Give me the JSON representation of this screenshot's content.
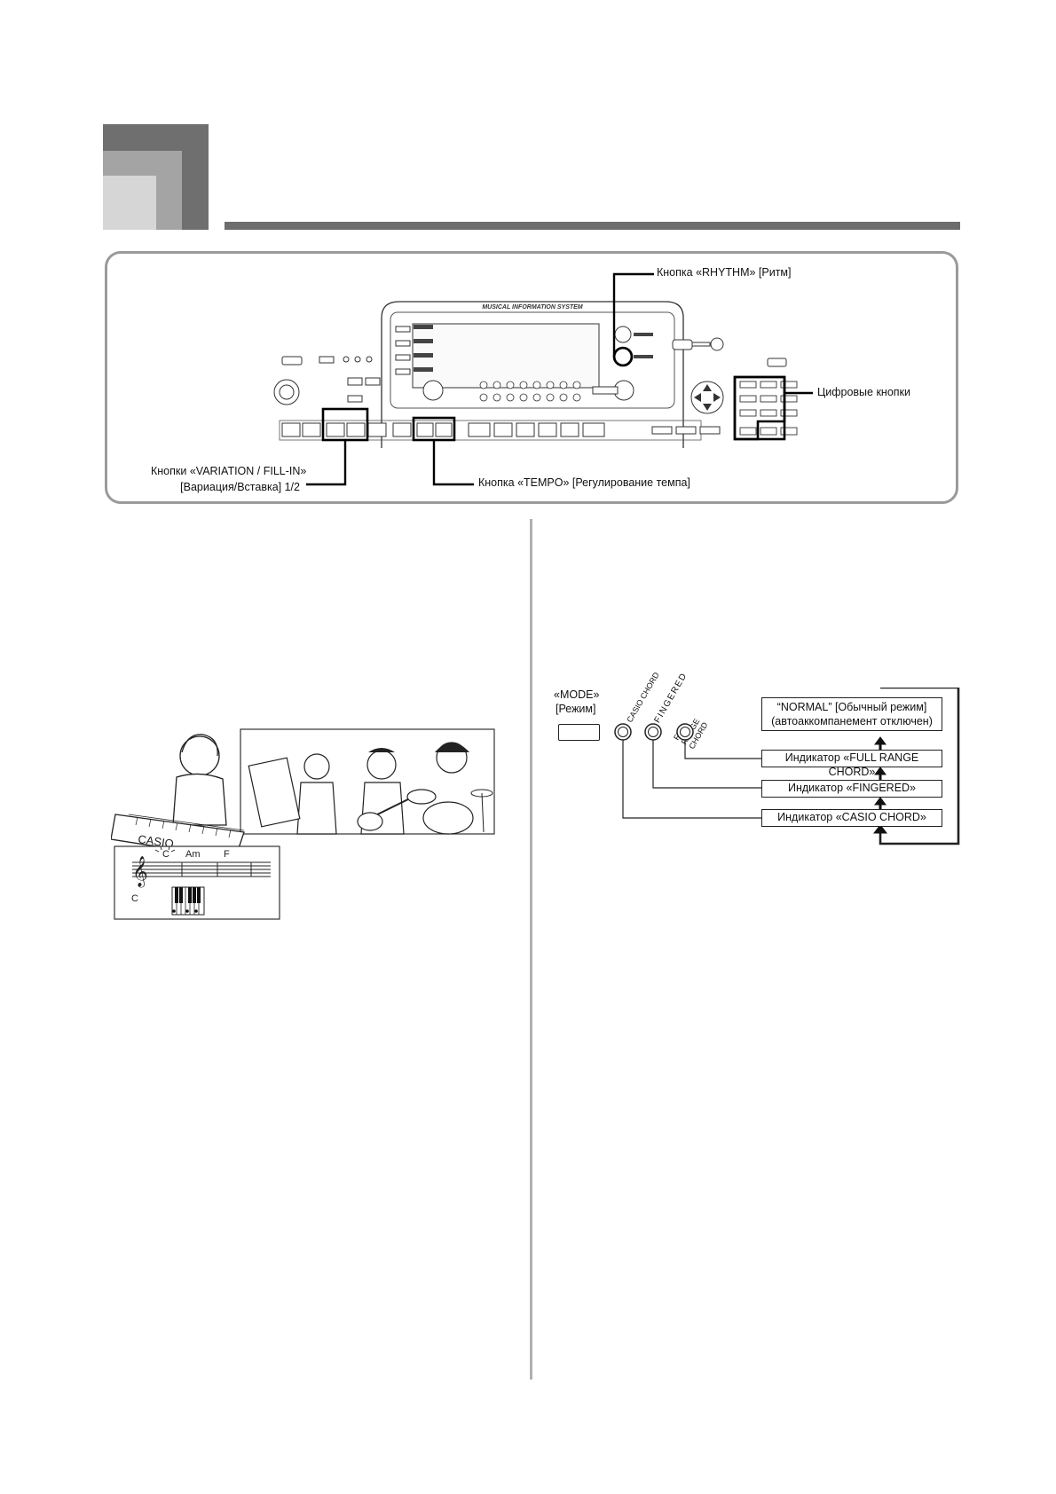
{
  "panel": {
    "brand_strip": "MUSICAL INFORMATION SYSTEM",
    "callouts": {
      "rhythm_button": "Кнопка «RHYTHM» [Ритм]",
      "number_buttons": "Цифровые кнопки",
      "variation_line1": "Кнопки «VARIATION / FILL-IN»",
      "variation_line2": "[Вариация/Вставка] 1/2",
      "tempo_button": "Кнопка «TEMPO» [Регулирование темпа]"
    }
  },
  "illustration": {
    "keyboard_brand": "CASIO",
    "chords": [
      "C",
      "Am",
      "F"
    ],
    "bass_note": "C"
  },
  "mode_diagram": {
    "mode_label_line1": "«MODE»",
    "mode_label_line2": "[Режим]",
    "led_labels": [
      "CASIO CHORD",
      "FINGERED",
      "FULL RANGE CHORD"
    ],
    "boxes": {
      "normal_line1": "“NORMAL” [Обычный режим]",
      "normal_line2": "(автоаккомпанемент отключен)",
      "full_range": "Индикатор «FULL RANGE CHORD»",
      "fingered": "Индикатор «FINGERED»",
      "casio_chord": "Индикатор «CASIO CHORD»"
    }
  }
}
